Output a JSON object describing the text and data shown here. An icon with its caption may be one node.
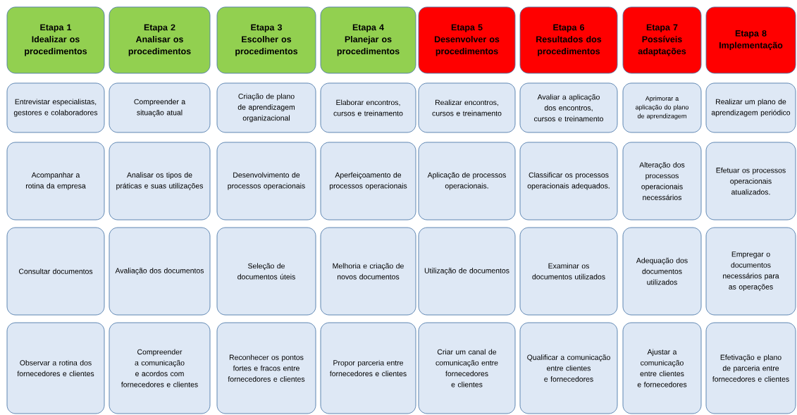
{
  "diagram": {
    "nodes": [
      {
        "text": [
          "Etapa 1",
          "Idealizar os procedimentos"
        ]
      },
      {
        "text": [
          "Etapa 2",
          "Analisar os procedimentos"
        ]
      },
      {
        "text": [
          "Etapa 3",
          "Escolher os procedimentos"
        ]
      },
      {
        "text": [
          "Etapa 4",
          "Planejar os procedimentos"
        ]
      },
      {
        "text": [
          "Etapa 5",
          "Desenvolver os procedimentos"
        ]
      },
      {
        "text": [
          "Etapa 6",
          "Resultados  dos procedimentos"
        ]
      },
      {
        "text": [
          "Etapa 7",
          "Possíveis adaptações"
        ]
      },
      {
        "text": [
          "Etapa 8",
          "Implementação"
        ]
      },
      {
        "text": [
          "Entrevistar especialistas, gestores e colaboradores"
        ]
      },
      {
        "text": [
          "Compreender a situação atual"
        ]
      },
      {
        "text": [
          "Criação de plano de aprendizagem organizacional"
        ]
      },
      {
        "text": [
          "Elaborar encontros, cursos e treinamento"
        ]
      },
      {
        "text": [
          "Realizar encontros, cursos e treinamento"
        ]
      },
      {
        "text": [
          "Avaliar a aplicação dos encontros, cursos e treinamento"
        ]
      },
      {
        "text": [
          "Aprimorar a aplicação do plano de aprendizagem"
        ]
      },
      {
        "text": [
          "Realizar um plano de aprendizagem periódico"
        ]
      },
      {
        "text": [
          "Acompanhar a rotina da empresa"
        ]
      },
      {
        "text": [
          "Analisar os tipos de práticas e suas utilizações"
        ]
      },
      {
        "text": [
          "Desenvolvimento de processos operacionais"
        ]
      },
      {
        "text": [
          "Aperfeiçoamento de  processos operacionais"
        ]
      },
      {
        "text": [
          "Aplicação de processos operacionais."
        ]
      },
      {
        "text": [
          "Classificar os processos operacionais adequados."
        ]
      },
      {
        "text": [
          "Alteração dos processos operacionais necessários"
        ]
      },
      {
        "text": [
          "Efetuar os processos operacionais atualizados."
        ]
      },
      {
        "text": [
          "Consultar documentos"
        ]
      },
      {
        "text": [
          "Avaliação dos documentos"
        ]
      },
      {
        "text": [
          "Seleção  de documentos úteis"
        ]
      },
      {
        "text": [
          "Melhoria e criação de novos documentos"
        ]
      },
      {
        "text": [
          "Utilização de documentos"
        ]
      },
      {
        "text": [
          "Examinar os documentos utilizados"
        ]
      },
      {
        "text": [
          "Adequação dos documentos utilizados"
        ]
      },
      {
        "text": [
          "Empregar o documentos necessários para as operações"
        ]
      },
      {
        "text": [
          "Observar a rotina dos fornecedores e clientes"
        ]
      },
      {
        "text": [
          "Compreender a comunicação e acordos com fornecedores e clientes"
        ]
      },
      {
        "text": [
          "Reconhecer os pontos fortes e fracos entre fornecedores e clientes"
        ]
      },
      {
        "text": [
          "Propor parceria entre fornecedores e clientes"
        ]
      },
      {
        "text": [
          "Criar um canal de comunicação entre fornecedores e clientes"
        ]
      },
      {
        "text": [
          "Qualificar a comunicação entre clientes e fornecedores"
        ]
      },
      {
        "text": [
          "Ajustar a comunicação entre clientes e fornecedores"
        ]
      },
      {
        "text": [
          "Efetivação e plano de parceria entre fornecedores e clientes"
        ]
      }
    ]
  }
}
